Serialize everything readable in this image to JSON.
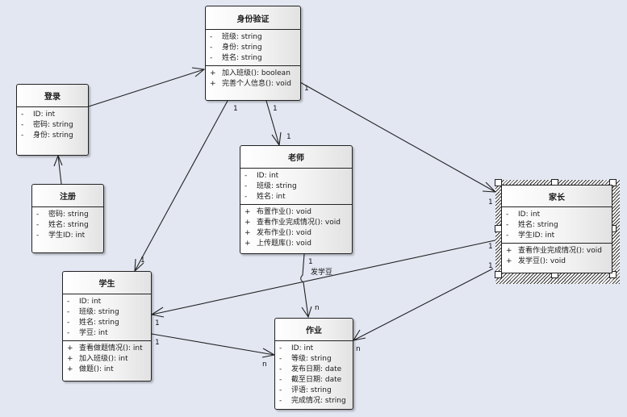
{
  "classes": {
    "auth": {
      "name": "身份验证",
      "attributes": [
        {
          "vis": "-",
          "text": "班级: string"
        },
        {
          "vis": "-",
          "text": "身份: string"
        },
        {
          "vis": "-",
          "text": "姓名: string"
        }
      ],
      "operations": [
        {
          "vis": "+",
          "text": "加入班级(): boolean"
        },
        {
          "vis": "+",
          "text": "完善个人信息(): void"
        }
      ]
    },
    "login": {
      "name": "登录",
      "attributes": [
        {
          "vis": "-",
          "text": "ID: int"
        },
        {
          "vis": "-",
          "text": "密码: string"
        },
        {
          "vis": "-",
          "text": "身份: string"
        }
      ]
    },
    "register": {
      "name": "注册",
      "attributes": [
        {
          "vis": "-",
          "text": "密码: string"
        },
        {
          "vis": "-",
          "text": "姓名: string"
        },
        {
          "vis": "-",
          "text": "学生ID: int"
        }
      ]
    },
    "teacher": {
      "name": "老师",
      "attributes": [
        {
          "vis": "-",
          "text": "ID: int"
        },
        {
          "vis": "-",
          "text": "班级: string"
        },
        {
          "vis": "-",
          "text": "姓名: int"
        }
      ],
      "operations": [
        {
          "vis": "+",
          "text": "布置作业(): void"
        },
        {
          "vis": "+",
          "text": "查看作业完成情况(): void"
        },
        {
          "vis": "+",
          "text": "发布作业(): void"
        },
        {
          "vis": "+",
          "text": "上传题库(): void"
        }
      ]
    },
    "parent": {
      "name": "家长",
      "attributes": [
        {
          "vis": "-",
          "text": "ID: int"
        },
        {
          "vis": "-",
          "text": "姓名: string"
        },
        {
          "vis": "-",
          "text": "学生ID: int"
        }
      ],
      "operations": [
        {
          "vis": "+",
          "text": "查看作业完成情况(): void"
        },
        {
          "vis": "+",
          "text": "发学豆(): void"
        }
      ]
    },
    "student": {
      "name": "学生",
      "attributes": [
        {
          "vis": "-",
          "text": "ID: int"
        },
        {
          "vis": "-",
          "text": "班级: string"
        },
        {
          "vis": "-",
          "text": "姓名: string"
        },
        {
          "vis": "-",
          "text": "学豆: int"
        }
      ],
      "operations": [
        {
          "vis": "+",
          "text": "查看做题情况(): int"
        },
        {
          "vis": "+",
          "text": "加入班级(): int"
        },
        {
          "vis": "+",
          "text": "做题(): int"
        }
      ]
    },
    "homework": {
      "name": "作业",
      "attributes": [
        {
          "vis": "-",
          "text": "ID: int"
        },
        {
          "vis": "-",
          "text": "等级: string"
        },
        {
          "vis": "-",
          "text": "发布日期: date"
        },
        {
          "vis": "-",
          "text": "截至日期: date"
        },
        {
          "vis": "-",
          "text": "评语: string"
        },
        {
          "vis": "-",
          "text": "完成情况: string"
        }
      ]
    }
  },
  "associations": [
    {
      "from": "login",
      "to": "auth",
      "from_mult": "",
      "to_mult": ""
    },
    {
      "from": "register",
      "to": "login",
      "from_mult": "",
      "to_mult": ""
    },
    {
      "from": "auth",
      "to": "student",
      "from_mult": "1",
      "to_mult": "1"
    },
    {
      "from": "auth",
      "to": "teacher",
      "from_mult": "1",
      "to_mult": "1"
    },
    {
      "from": "auth",
      "to": "parent",
      "from_mult": "1",
      "to_mult": "1"
    },
    {
      "from": "teacher",
      "to": "homework",
      "from_mult": "1",
      "to_mult": "n"
    },
    {
      "from": "parent",
      "to": "student",
      "from_mult": "1",
      "to_mult": "1",
      "label": "发学豆"
    },
    {
      "from": "parent",
      "to": "homework",
      "from_mult": "1",
      "to_mult": "n"
    },
    {
      "from": "student",
      "to": "homework",
      "from_mult": "1",
      "to_mult": "n"
    }
  ]
}
